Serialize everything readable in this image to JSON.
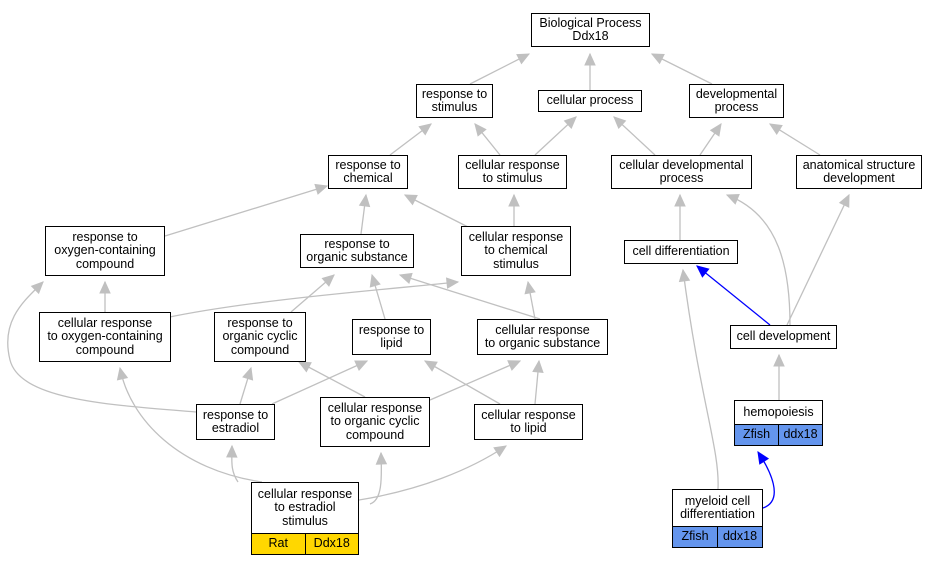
{
  "colors": {
    "edge": "#c0c0c0",
    "highlight_edge": "#0000ff",
    "rat_fill": "#ffd700",
    "zfish_fill": "#6495ed"
  },
  "nodes": {
    "root": {
      "line1": "Biological Process",
      "line2": "Ddx18"
    },
    "response_to_stimulus": {
      "line1": "response to",
      "line2": "stimulus"
    },
    "cellular_process": {
      "line1": "cellular process"
    },
    "developmental_process": {
      "line1": "developmental",
      "line2": "process"
    },
    "response_to_chemical": {
      "line1": "response to",
      "line2": "chemical"
    },
    "cellular_response_to_stimulus": {
      "line1": "cellular response",
      "line2": "to stimulus"
    },
    "cellular_developmental_process": {
      "line1": "cellular developmental",
      "line2": "process"
    },
    "anatomical_structure_development": {
      "line1": "anatomical structure",
      "line2": "development"
    },
    "response_to_oxygen": {
      "line1": "response to",
      "line2": "oxygen-containing",
      "line3": "compound"
    },
    "response_to_organic_substance": {
      "line1": "response to",
      "line2": "organic substance"
    },
    "cellular_response_to_chemical": {
      "line1": "cellular response",
      "line2": "to chemical",
      "line3": "stimulus"
    },
    "cell_differentiation": {
      "line1": "cell differentiation"
    },
    "cellular_response_to_oxygen": {
      "line1": "cellular response",
      "line2": "to oxygen-containing",
      "line3": "compound"
    },
    "response_to_organic_cyclic": {
      "line1": "response to",
      "line2": "organic cyclic",
      "line3": "compound"
    },
    "response_to_lipid": {
      "line1": "response to",
      "line2": "lipid"
    },
    "cellular_response_to_organic_substance": {
      "line1": "cellular response",
      "line2": "to organic substance"
    },
    "cell_development": {
      "line1": "cell development"
    },
    "response_to_estradiol": {
      "line1": "response to",
      "line2": "estradiol"
    },
    "cellular_response_to_organic_cyclic": {
      "line1": "cellular response",
      "line2": "to organic cyclic",
      "line3": "compound"
    },
    "cellular_response_to_lipid": {
      "line1": "cellular response",
      "line2": "to lipid"
    },
    "hemopoiesis": {
      "line1": "hemopoiesis",
      "species": "Zfish",
      "gene": "ddx18"
    },
    "cellular_response_to_estradiol": {
      "line1": "cellular response",
      "line2": "to estradiol",
      "line3": "stimulus",
      "species": "Rat",
      "gene": "Ddx18"
    },
    "myeloid_cell_differentiation": {
      "line1": "myeloid cell",
      "line2": "differentiation",
      "species": "Zfish",
      "gene": "ddx18"
    }
  }
}
